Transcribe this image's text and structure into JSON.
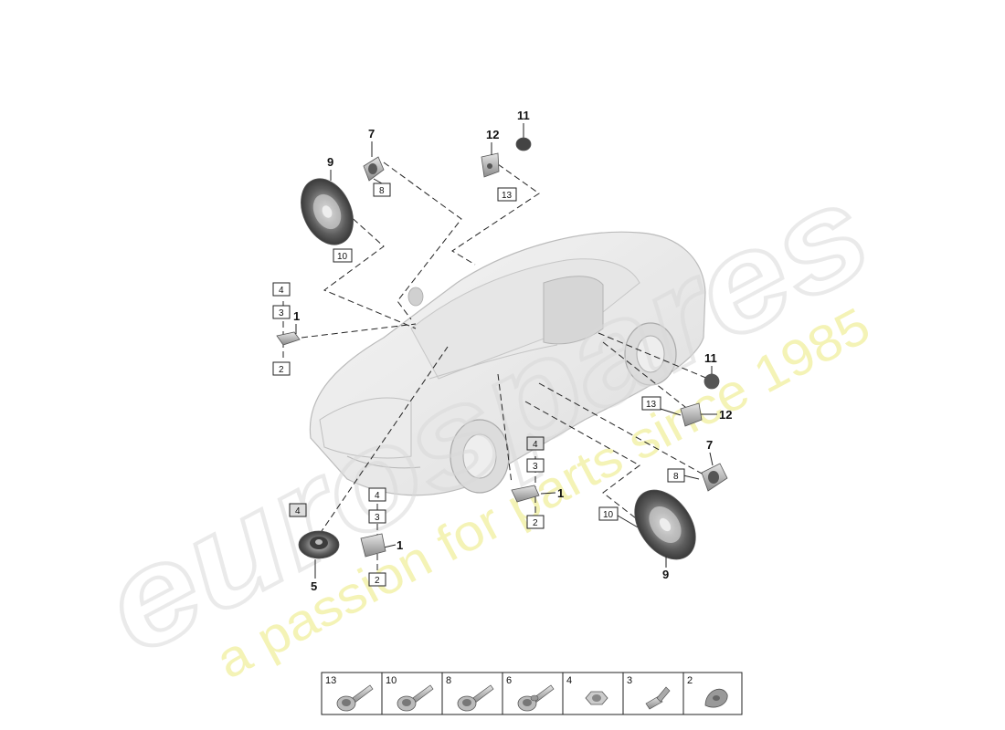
{
  "watermark": {
    "brand": "eurospares",
    "tagline": "a passion for parts since 1985"
  },
  "callouts": [
    {
      "id": "c11a",
      "label": "11",
      "bold": true
    },
    {
      "id": "c7a",
      "label": "7",
      "bold": true
    },
    {
      "id": "c12a",
      "label": "12",
      "bold": true
    },
    {
      "id": "c9a",
      "label": "9",
      "bold": true
    },
    {
      "id": "c8a",
      "label": "8",
      "bold": false
    },
    {
      "id": "c13a",
      "label": "13",
      "bold": false
    },
    {
      "id": "c10a",
      "label": "10",
      "bold": false
    },
    {
      "id": "c4a",
      "label": "4",
      "bold": false
    },
    {
      "id": "c3a",
      "label": "3",
      "bold": false
    },
    {
      "id": "c1a",
      "label": "1",
      "bold": true
    },
    {
      "id": "c2a",
      "label": "2",
      "bold": false
    },
    {
      "id": "c11b",
      "label": "11",
      "bold": true
    },
    {
      "id": "c13b",
      "label": "13",
      "bold": false
    },
    {
      "id": "c12b",
      "label": "12",
      "bold": true
    },
    {
      "id": "c7b",
      "label": "7",
      "bold": true
    },
    {
      "id": "c8b",
      "label": "8",
      "bold": false
    },
    {
      "id": "c4b",
      "label": "4",
      "bold": false
    },
    {
      "id": "c3b",
      "label": "3",
      "bold": false
    },
    {
      "id": "c1b",
      "label": "1",
      "bold": true
    },
    {
      "id": "c2b",
      "label": "2",
      "bold": false
    },
    {
      "id": "c10b",
      "label": "10",
      "bold": false
    },
    {
      "id": "c9b",
      "label": "9",
      "bold": true
    },
    {
      "id": "c4c",
      "label": "4",
      "bold": false
    },
    {
      "id": "c5",
      "label": "5",
      "bold": true
    },
    {
      "id": "c4d",
      "label": "4",
      "bold": false
    },
    {
      "id": "c3d",
      "label": "3",
      "bold": false
    },
    {
      "id": "c1d",
      "label": "1",
      "bold": true
    },
    {
      "id": "c2d",
      "label": "2",
      "bold": false
    }
  ],
  "legend": [
    {
      "label": "13",
      "kind": "screw-flange"
    },
    {
      "label": "10",
      "kind": "screw-dome"
    },
    {
      "label": "8",
      "kind": "screw-flange"
    },
    {
      "label": "6",
      "kind": "screw-collar"
    },
    {
      "label": "4",
      "kind": "hex-nut"
    },
    {
      "label": "3",
      "kind": "clip-stud"
    },
    {
      "label": "2",
      "kind": "grommet"
    }
  ]
}
